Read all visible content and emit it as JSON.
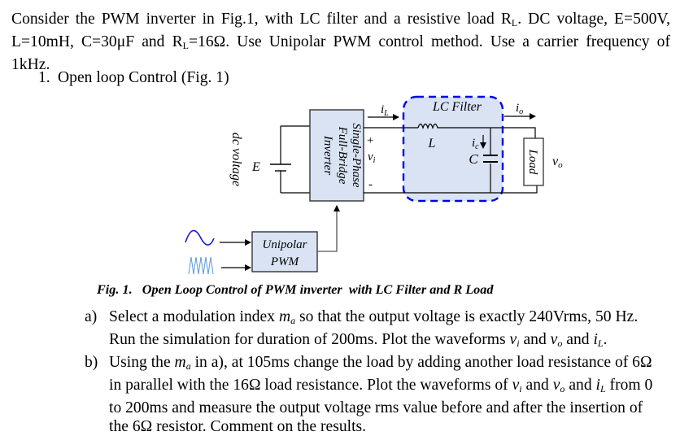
{
  "intro": {
    "line1": "Consider the PWM inverter in Fig.1, with LC filter and a resistive load R",
    "line1_sub": "L",
    "line1_rest": ". DC voltage, E=500V,",
    "line2a": "L=10mH, C=30μF and R",
    "line2_sub": "L",
    "line2b": "=16Ω. Use Unipolar PWM control method.  Use a carrier frequency of",
    "line3": "1kHz."
  },
  "item1": {
    "number": "1.",
    "text": "Open loop Control (Fig. 1)"
  },
  "diagram": {
    "dc_label": "dc voltage",
    "E_label": "E",
    "inverter_lines": [
      "Single-Phase",
      "Full-Bridge",
      "Inverter"
    ],
    "plus": "+",
    "minus": "-",
    "vi": "v",
    "vi_sub": "i",
    "iL": "i",
    "iL_sub": "L",
    "lc_filter": "LC Filter",
    "L_label": "L",
    "ic": "i",
    "ic_sub": "c",
    "C_label": "C",
    "io": "i",
    "io_sub": "o",
    "load": "Load",
    "vo": "v",
    "vo_sub": "o",
    "pwm_lines": [
      "Unipolar",
      "PWM"
    ],
    "colors": {
      "box_fill": "#dae3f3",
      "filter_border": "#0000ee",
      "sine": "#1a1ad6",
      "carrier": "#5b9bd5"
    }
  },
  "caption": "Fig. 1.   Open Loop Control of PWM inverter  with LC Filter and R Load",
  "questions": [
    {
      "label": "a)",
      "l1": "Select a modulation index ",
      "l1_m": "m",
      "l1_msub": "a",
      "l1_rest": " so that the output voltage is exactly 240Vrms, 50 Hz.",
      "l2a": "Run the simulation for duration of 200ms. Plot the waveforms ",
      "l2_vi": "v",
      "l2_vi_sub": "i",
      "l2_and1": " and ",
      "l2_vo": "v",
      "l2_vo_sub": "o",
      "l2_and2": " and  ",
      "l2_iL": "i",
      "l2_iL_sub": "L",
      "l2_end": "."
    },
    {
      "label": "b)",
      "l1a": "Using the ",
      "l1_m": "m",
      "l1_msub": "a",
      "l1_rest": " in a), at 105ms change the load by adding another load resistance of 6Ω",
      "l2": "in parallel with the 16Ω load resistance. Plot the waveforms of ",
      "l2_vi": "v",
      "l2_vi_sub": "i",
      "l2_and1": " and ",
      "l2_vo": "v",
      "l2_vo_sub": "o",
      "l2_and2": " and  ",
      "l2_iL": "i",
      "l2_iL_sub": "L",
      "l2_end": " from 0",
      "l3": "to 200ms and measure the output voltage rms value before and after the insertion of",
      "l4": "the 6Ω resistor.  Comment on the results."
    }
  ]
}
